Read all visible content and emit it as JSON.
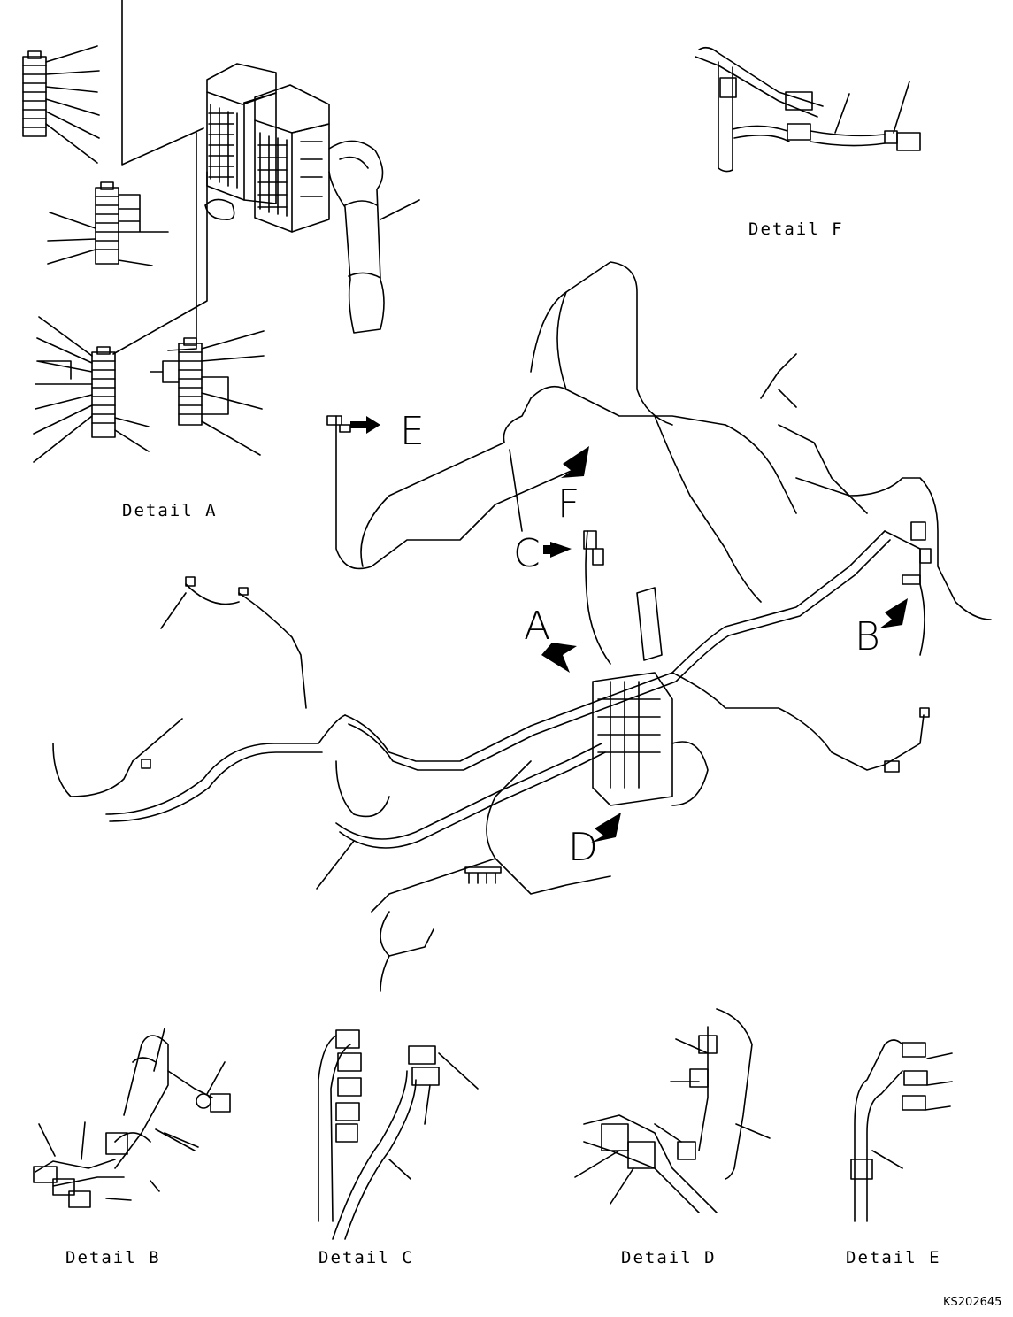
{
  "colors": {
    "ink": "#000000",
    "paper": "#ffffff"
  },
  "detail_labels": {
    "a": "Detail A",
    "b": "Detail B",
    "c": "Detail C",
    "d": "Detail D",
    "e": "Detail E",
    "f": "Detail F"
  },
  "callouts": {
    "a": "A",
    "b": "B",
    "c": "C",
    "d": "D",
    "e": "E",
    "f": "F"
  },
  "drawing_code": "KS202645",
  "icons": {
    "callout_arrow": "arrow-icon",
    "connector": "connector-icon"
  }
}
